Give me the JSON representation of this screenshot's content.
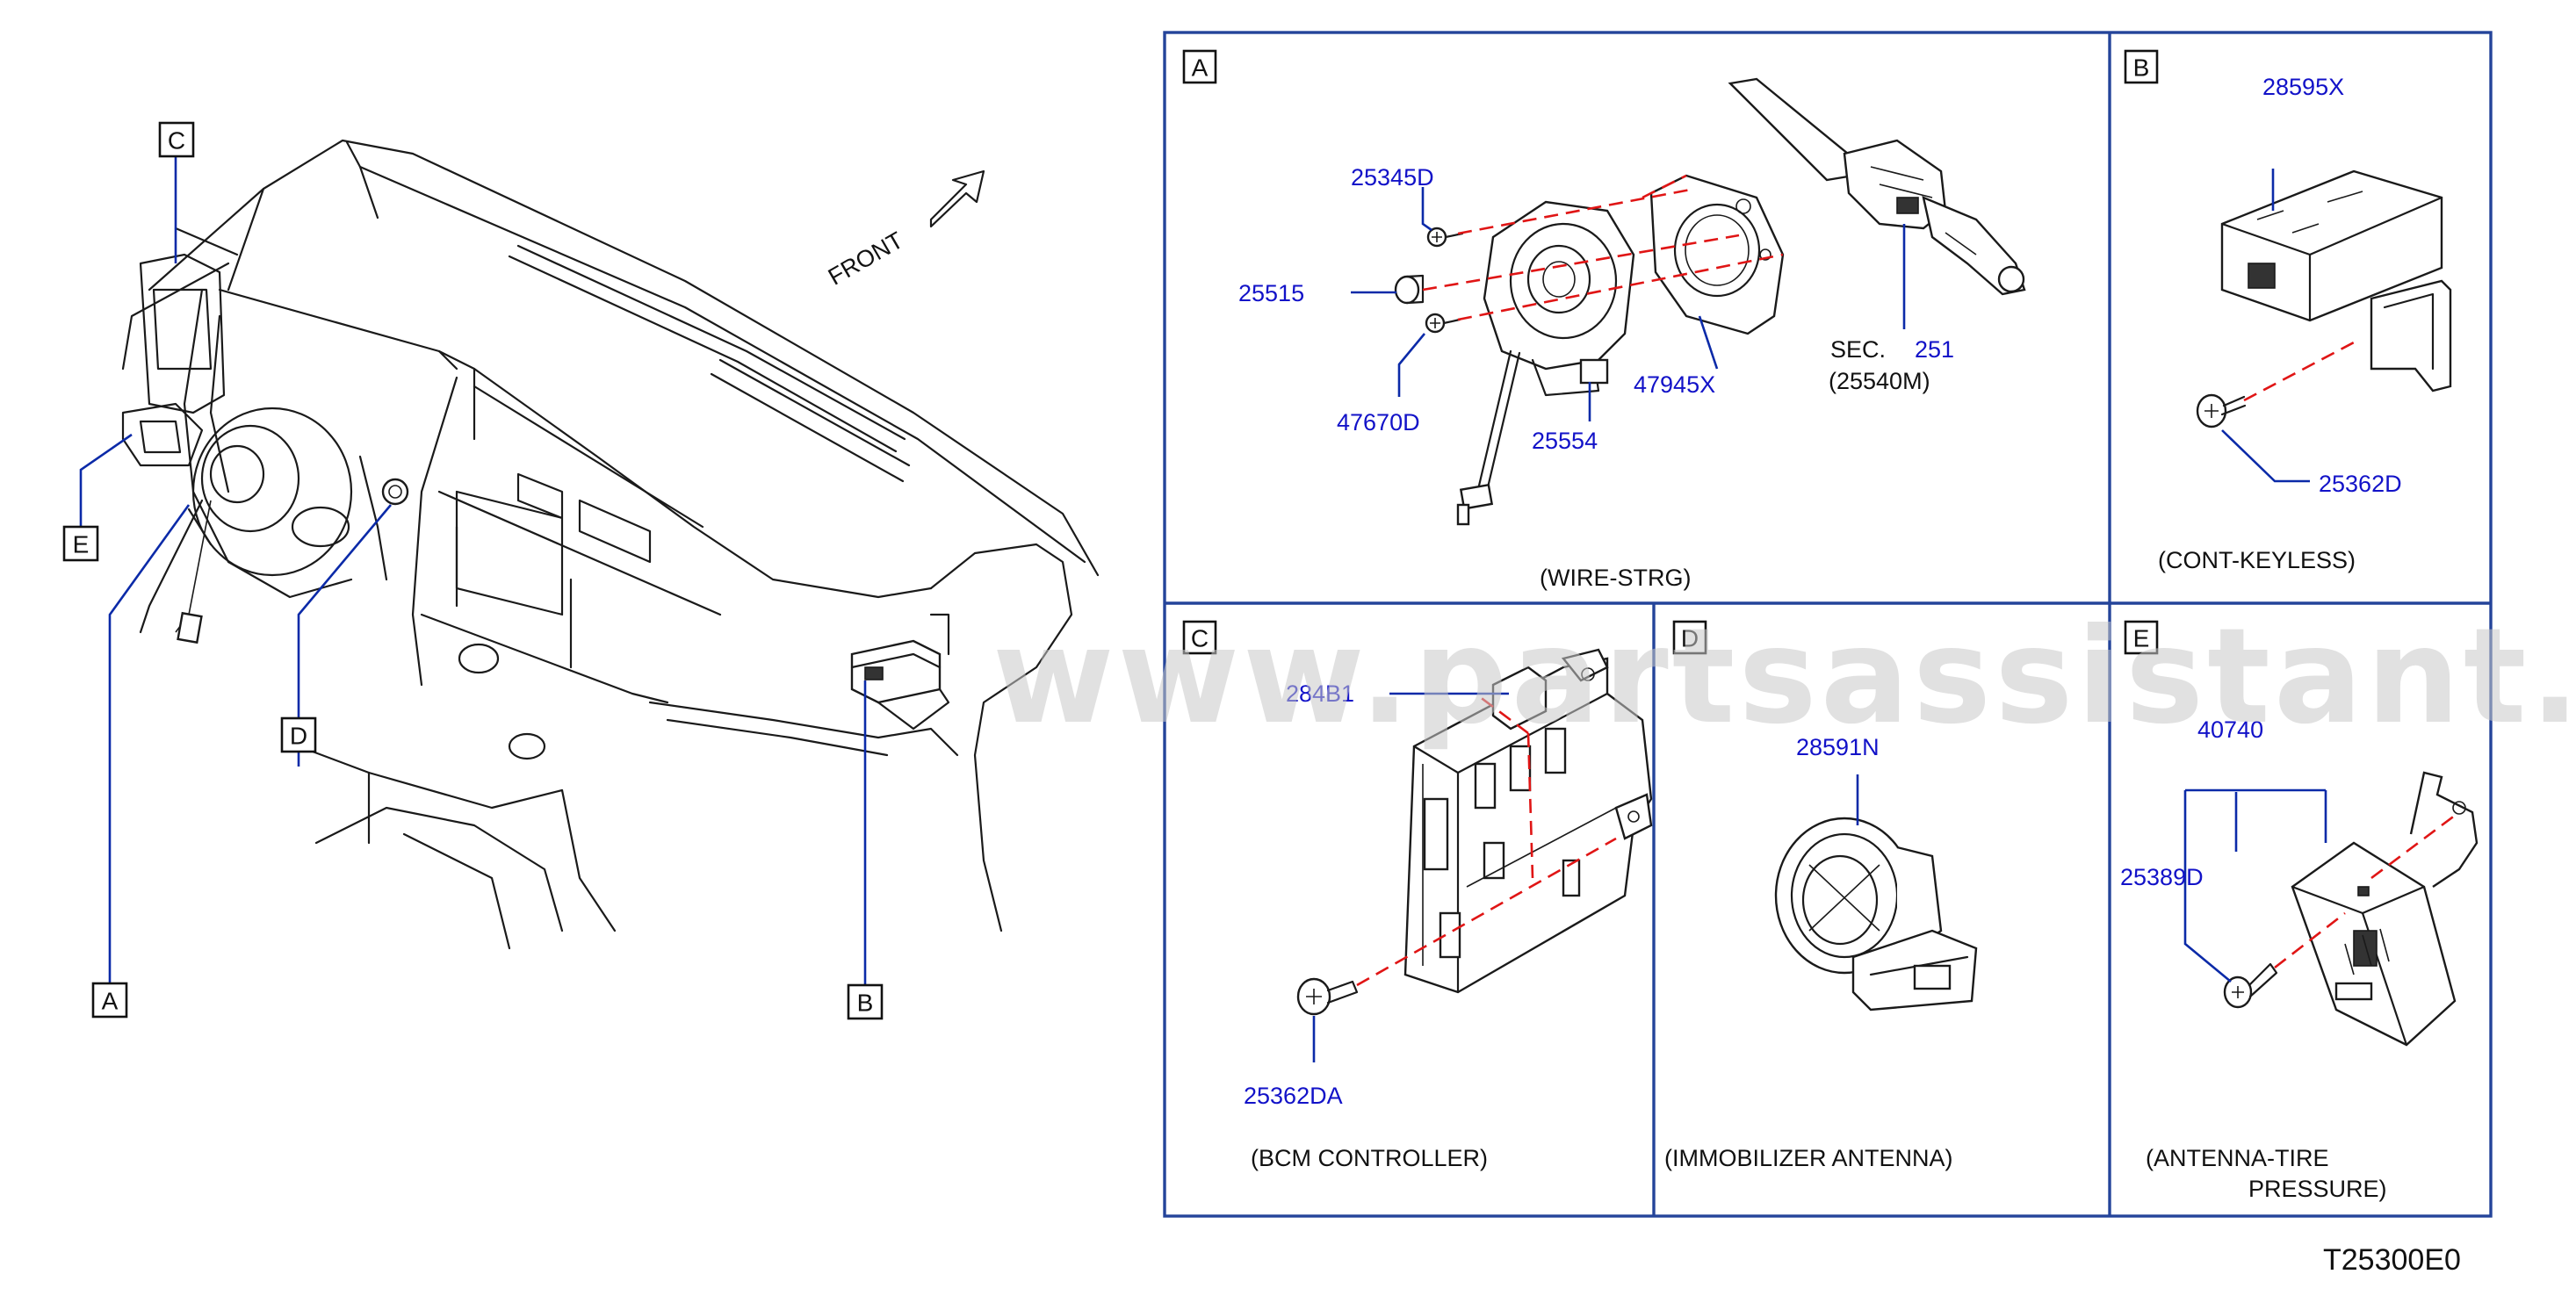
{
  "diagram_code": "T25300E0",
  "watermark": "www.partsassistant.com",
  "overview": {
    "direction_label": "FRONT",
    "callouts": [
      "C",
      "E",
      "D",
      "A",
      "B"
    ]
  },
  "panels": {
    "A": {
      "letter": "A",
      "caption": "(WIRE-STRG)",
      "parts": {
        "p25345D": "25345D",
        "p25515": "25515",
        "p47670D": "47670D",
        "p25554": "25554",
        "p47945X": "47945X",
        "sec_prefix": "SEC.",
        "sec_num": "251",
        "sec_sub": "(25540M)"
      }
    },
    "B": {
      "letter": "B",
      "caption": "(CONT-KEYLESS)",
      "parts": {
        "p28595X": "28595X",
        "p25362D": "25362D"
      }
    },
    "C": {
      "letter": "C",
      "caption": "(BCM   CONTROLLER)",
      "parts": {
        "p284B1": "284B1",
        "p25362DA": "25362DA"
      }
    },
    "D": {
      "letter": "D",
      "caption": "(IMMOBILIZER   ANTENNA)",
      "parts": {
        "p28591N": "28591N"
      }
    },
    "E": {
      "letter": "E",
      "caption_line1": "(ANTENNA-TIRE",
      "caption_line2": "PRESSURE)",
      "parts": {
        "p40740": "40740",
        "p25389D": "25389D"
      }
    }
  }
}
